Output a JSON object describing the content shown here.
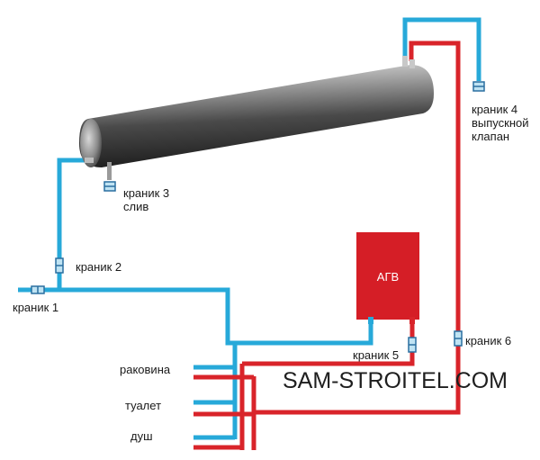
{
  "labels": {
    "valve1": "краник 1",
    "valve2": "краник 2",
    "valve3": "краник 3\nслив",
    "valve4": "краник 4\nвыпускной\nклапан",
    "valve5": "краник 5",
    "valve6": "краник 6",
    "boiler": "АГВ",
    "sink": "раковина",
    "toilet": "туалет",
    "shower": "душ"
  },
  "watermark": "SAM-STROITEL.COM",
  "colors": {
    "cold_pipe": "#27a9d9",
    "hot_pipe": "#d9242a",
    "boiler": "#d51e26",
    "tank": "#7a7a7a",
    "valve": "#2a6fa0"
  }
}
